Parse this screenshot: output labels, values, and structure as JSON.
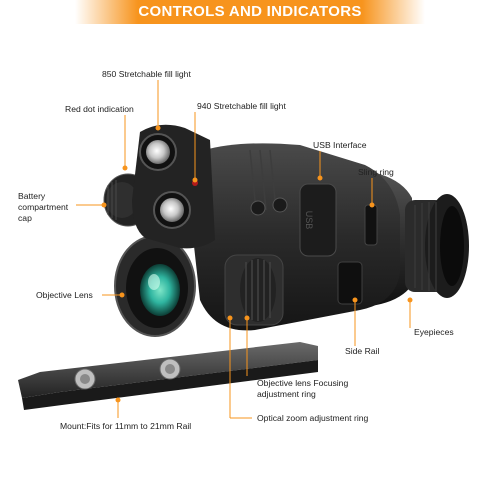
{
  "banner": {
    "title": "CONTROLS AND INDICATORS"
  },
  "colors": {
    "accent": "#f7941d",
    "leader": "#f7941d",
    "body": "#2c2c2c",
    "lens": "#2fb5a0"
  },
  "callouts": {
    "fill_850": "850 Stretchable fill light",
    "red_dot": "Red dot indication",
    "fill_940": "940 Stretchable fill light",
    "usb": "USB Interface",
    "sling": "Sling ring",
    "battery": [
      "Battery",
      "compartment",
      "cap"
    ],
    "objective": "Objective Lens",
    "eyepieces": "Eyepieces",
    "side_rail": "Side Rail",
    "focus": [
      "Objective lens Focusing",
      "adjustment ring"
    ],
    "zoom": "Optical zoom adjustment ring",
    "mount": "Mount:Fits for 11mm to 21mm Rail"
  }
}
